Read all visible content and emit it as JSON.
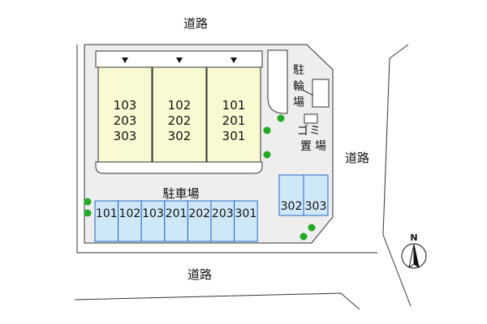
{
  "roads": {
    "north": "道路",
    "east": "道路",
    "south": "道路"
  },
  "buildings": [
    {
      "units": [
        "103",
        "203",
        "303"
      ]
    },
    {
      "units": [
        "102",
        "202",
        "302"
      ]
    },
    {
      "units": [
        "101",
        "201",
        "301"
      ]
    }
  ],
  "parking": {
    "label": "駐車場",
    "bottom_row": [
      "101",
      "102",
      "103",
      "201",
      "202",
      "203",
      "301"
    ],
    "right_row": [
      "302",
      "303"
    ]
  },
  "bicycle_parking": {
    "chars": [
      "駐",
      "輪",
      "場"
    ]
  },
  "garbage_area": {
    "chars": [
      "ゴ",
      "ミ",
      "置",
      "場"
    ]
  },
  "compass": {
    "label": "N"
  },
  "colors": {
    "building_fill": "#fafad2",
    "parking_fill": "#cfe8f8",
    "parking_stroke": "#2266cc",
    "lot_fill": "#eeeeee",
    "tree": "#22aa22"
  }
}
